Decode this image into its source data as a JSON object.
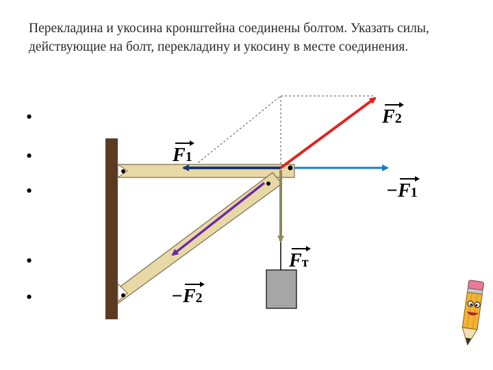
{
  "task_text": "Перекладина и укосина кронштейна соединены болтом. Указать силы, действующие на болт, перекладину и укосину в месте соединения.",
  "bullets": [
    "•",
    "•",
    "•",
    "•",
    "•"
  ],
  "labels": {
    "f2": {
      "sign": "",
      "letter": "F",
      "sub": "2"
    },
    "f1": {
      "sign": "",
      "letter": "F",
      "sub": "1"
    },
    "neg_f1": {
      "sign": "−",
      "letter": "F",
      "sub": "1"
    },
    "ft": {
      "sign": "",
      "letter": "F",
      "sub": "т"
    },
    "neg_f2": {
      "sign": "−",
      "letter": "F",
      "sub": "2"
    }
  },
  "colors": {
    "wall": "#5a3b22",
    "beam": "#e8d8a6",
    "beam_edge": "#7a6a4a",
    "arrow_f2": "#e2231a",
    "arrow_f1": "#1b3a6b",
    "arrow_neg_f1": "#1f7ab8",
    "arrow_ft": "#8c8a5a",
    "arrow_neg_f2": "#6a2aa8",
    "weight": "#a6a6a6"
  }
}
